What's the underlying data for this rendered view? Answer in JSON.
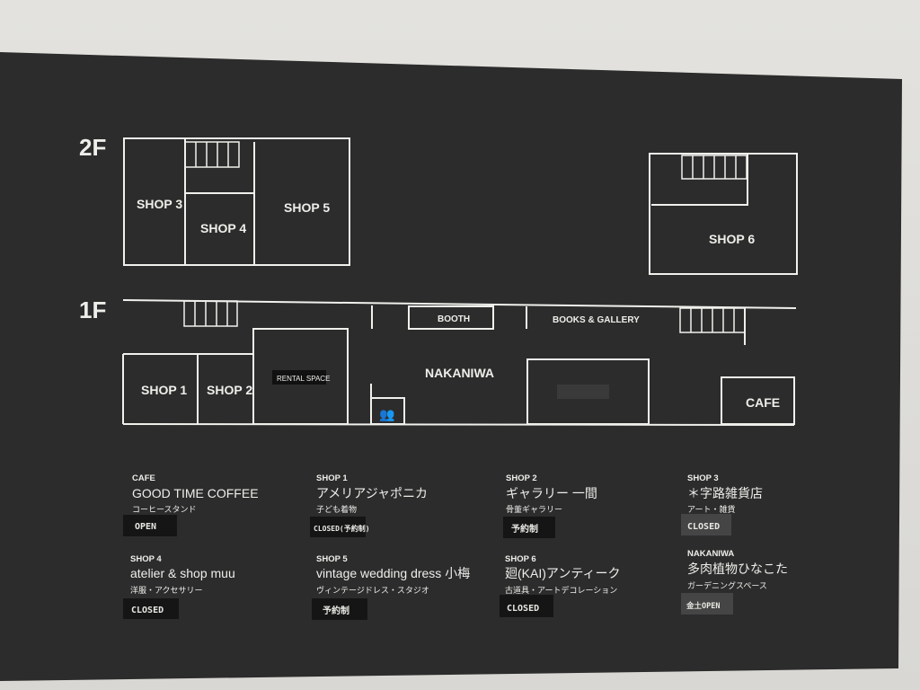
{
  "floors": {
    "upper": "2F",
    "lower": "1F"
  },
  "rooms": {
    "shop1": "SHOP 1",
    "shop2": "SHOP 2",
    "shop3": "SHOP 3",
    "shop4": "SHOP 4",
    "shop5": "SHOP 5",
    "shop6": "SHOP 6",
    "rental": "RENTAL SPACE",
    "booth": "BOOTH",
    "books": "BOOKS & GALLERY",
    "nakaniwa": "NAKANIWA",
    "cafe": "CAFE"
  },
  "directory": [
    {
      "cat": "CAFE",
      "name": "GOOD TIME COFFEE",
      "sub": "コーヒースタンド",
      "tag": "OPEN"
    },
    {
      "cat": "SHOP 1",
      "name": "アメリアジャポニカ",
      "sub": "子ども着物",
      "tag": "CLOSED(予約制)"
    },
    {
      "cat": "SHOP 2",
      "name": "ギャラリー 一間",
      "sub": "骨董ギャラリー",
      "tag": "予約制"
    },
    {
      "cat": "SHOP 3",
      "name": "＊字路雑貨店",
      "sub": "アート・雑貨",
      "tag": "CLOSED"
    },
    {
      "cat": "SHOP 4",
      "name": "atelier & shop muu",
      "sub": "洋服・アクセサリー",
      "tag": "CLOSED"
    },
    {
      "cat": "SHOP 5",
      "name": "vintage wedding dress 小梅",
      "sub": "ヴィンテージドレス・スタジオ",
      "tag": "予約制"
    },
    {
      "cat": "SHOP 6",
      "name": "廻(KAI)アンティーク",
      "sub": "古道具・アートデコレーション",
      "tag": "CLOSED"
    },
    {
      "cat": "NAKANIWA",
      "name": "多肉植物ひなこた",
      "sub": "ガーデニングスペース",
      "tag": "金土OPEN"
    }
  ]
}
